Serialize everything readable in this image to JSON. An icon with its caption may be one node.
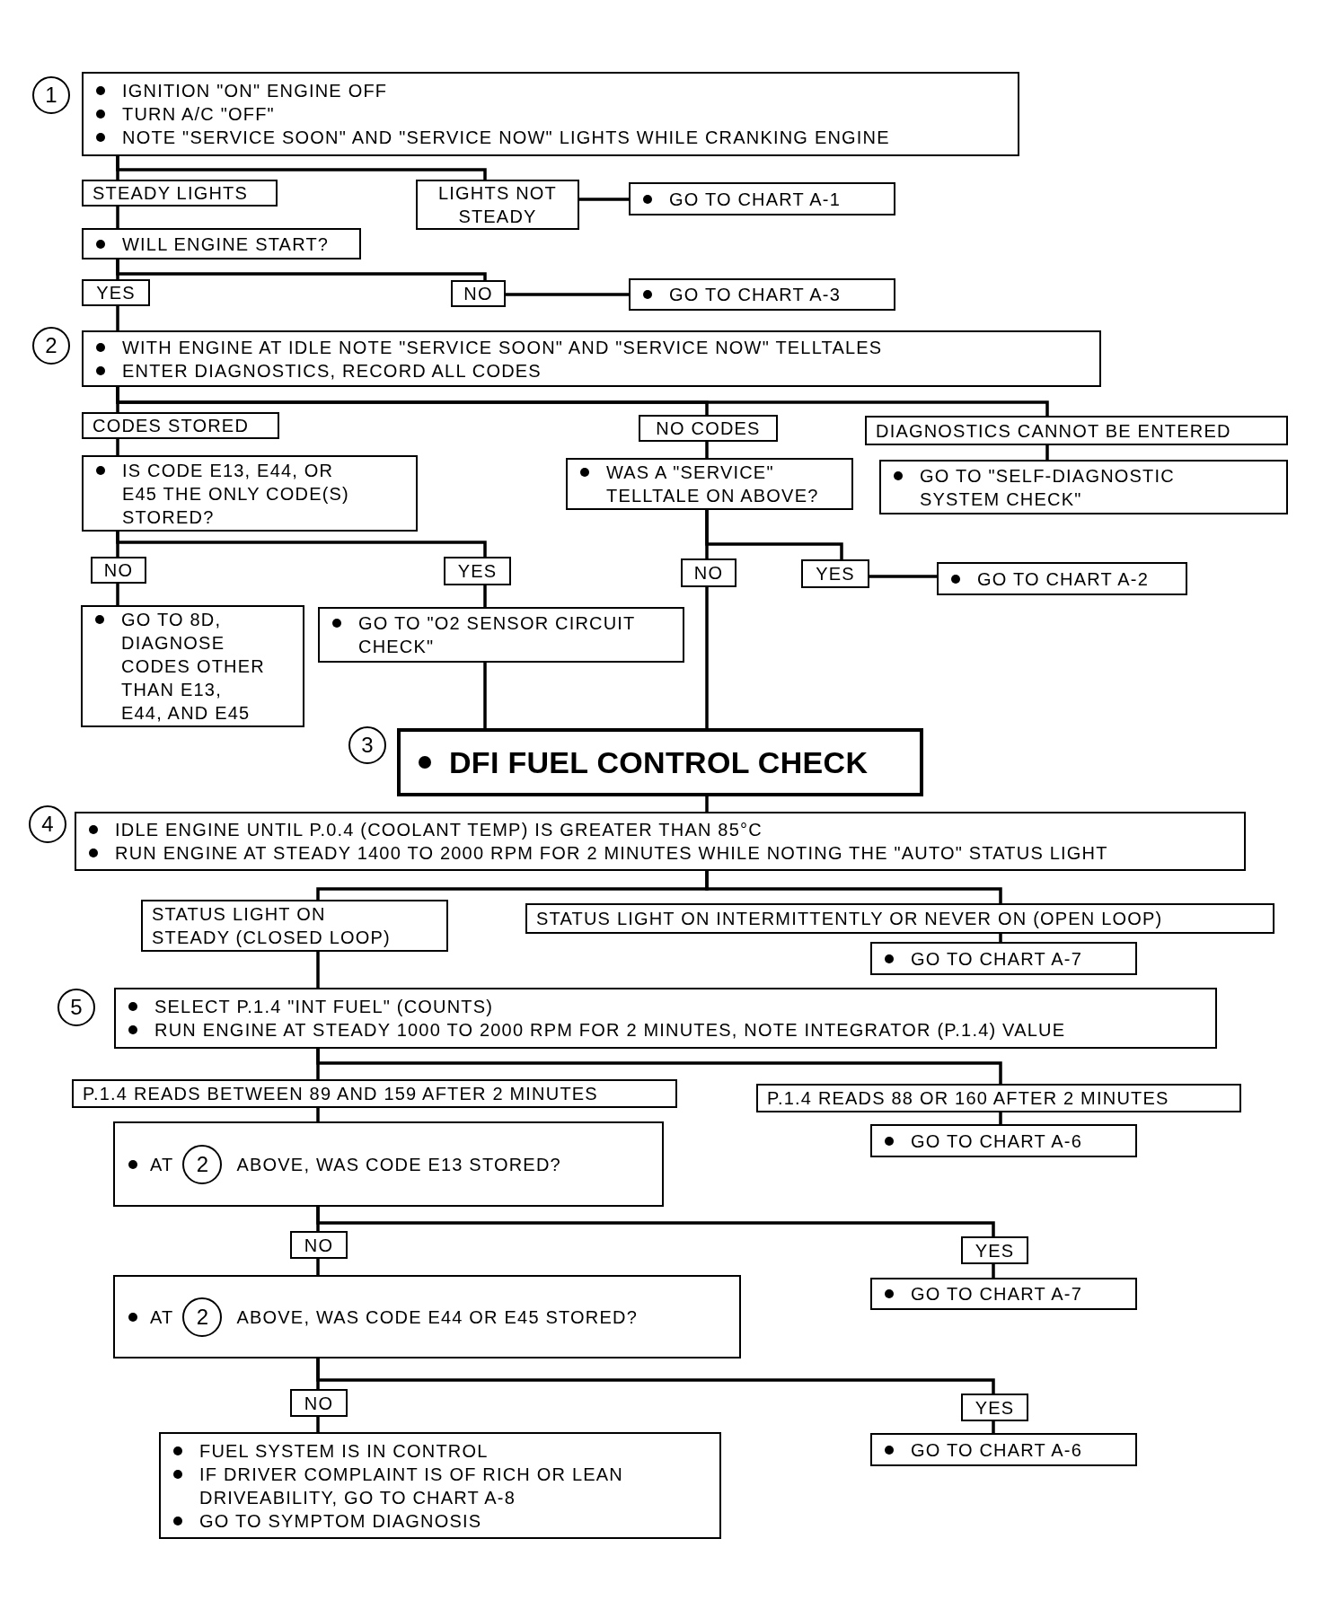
{
  "diagram": {
    "nodes": [
      {
        "text": [
          "1"
        ]
      },
      {
        "text": [
          "IGNITION \"ON\" ENGINE OFF",
          "TURN A/C \"OFF\"",
          "NOTE \"SERVICE SOON\" AND \"SERVICE NOW\" LIGHTS WHILE CRANKING ENGINE"
        ]
      },
      {
        "text": [
          "STEADY LIGHTS"
        ]
      },
      {
        "text": [
          "LIGHTS NOT STEADY"
        ]
      },
      {
        "text": [
          "GO TO CHART A-1"
        ]
      },
      {
        "text": [
          "WILL ENGINE START?"
        ]
      },
      {
        "text": [
          "YES"
        ]
      },
      {
        "text": [
          "NO"
        ]
      },
      {
        "text": [
          "GO TO CHART A-3"
        ]
      },
      {
        "text": [
          "2"
        ]
      },
      {
        "text": [
          "WITH ENGINE AT IDLE NOTE \"SERVICE SOON\" AND \"SERVICE NOW\" TELLTALES",
          "ENTER DIAGNOSTICS, RECORD ALL CODES"
        ]
      },
      {
        "text": [
          "CODES STORED"
        ]
      },
      {
        "text": [
          "NO CODES"
        ]
      },
      {
        "text": [
          "DIAGNOSTICS CANNOT BE ENTERED"
        ]
      },
      {
        "text": [
          "IS CODE E13, E44, OR E45 THE ONLY CODE(S) STORED?"
        ]
      },
      {
        "text": [
          "WAS A \"SERVICE\" TELLTALE ON ABOVE?"
        ]
      },
      {
        "text": [
          "GO TO \"SELF-DIAGNOSTIC SYSTEM CHECK\""
        ]
      },
      {
        "text": [
          "NO"
        ]
      },
      {
        "text": [
          "YES"
        ]
      },
      {
        "text": [
          "NO"
        ]
      },
      {
        "text": [
          "YES"
        ]
      },
      {
        "text": [
          "GO TO CHART A-2"
        ]
      },
      {
        "text": [
          "GO TO 8D, DIAGNOSE CODES OTHER THAN E13, E44, AND E45"
        ]
      },
      {
        "text": [
          "GO TO \"O2 SENSOR CIRCUIT CHECK\""
        ]
      },
      {
        "text": [
          "3"
        ]
      },
      {
        "text": [
          "DFI FUEL CONTROL CHECK"
        ]
      },
      {
        "text": [
          "4"
        ]
      },
      {
        "text": [
          "IDLE ENGINE UNTIL P.0.4 (COOLANT TEMP) IS GREATER THAN 85°C",
          "RUN ENGINE AT STEADY 1400 TO 2000 RPM FOR 2 MINUTES WHILE NOTING THE \"AUTO\" STATUS LIGHT"
        ]
      },
      {
        "text": [
          "STATUS LIGHT ON STEADY (CLOSED LOOP)"
        ]
      },
      {
        "text": [
          "STATUS LIGHT ON INTERMITTENTLY OR NEVER ON (OPEN LOOP)"
        ]
      },
      {
        "text": [
          "GO TO CHART A-7"
        ]
      },
      {
        "text": [
          "5"
        ]
      },
      {
        "text": [
          "SELECT P.1.4 \"INT FUEL\" (COUNTS)",
          "RUN ENGINE AT STEADY 1000 TO 2000 RPM FOR 2 MINUTES, NOTE INTEGRATOR (P.1.4) VALUE"
        ]
      },
      {
        "text": [
          "P.1.4 READS BETWEEN 89 AND 159 AFTER 2 MINUTES"
        ]
      },
      {
        "text": [
          "P.1.4 READS 88 OR 160 AFTER 2 MINUTES"
        ]
      },
      {
        "text": [
          "GO TO CHART A-6"
        ]
      },
      {
        "text": [
          "AT",
          "ABOVE, WAS CODE E13 STORED?"
        ]
      },
      {
        "text": [
          "2"
        ],
        "in": 36
      },
      {
        "text": [
          "NO"
        ]
      },
      {
        "text": [
          "YES"
        ]
      },
      {
        "text": [
          "GO TO CHART A-7"
        ]
      },
      {
        "text": [
          "AT",
          "ABOVE, WAS CODE E44 OR E45 STORED?"
        ]
      },
      {
        "text": [
          "2"
        ],
        "in": 41
      },
      {
        "text": [
          "NO"
        ]
      },
      {
        "text": [
          "YES"
        ]
      },
      {
        "text": [
          "GO TO CHART A-6"
        ]
      },
      {
        "text": [
          "FUEL SYSTEM IS IN CONTROL",
          "IF DRIVER COMPLAINT IS OF RICH OR LEAN DRIVEABILITY, GO TO CHART A-8",
          "GO TO SYMPTOM DIAGNOSIS"
        ]
      }
    ],
    "edges": [
      {
        "from": 1,
        "to": 2,
        "arrow": "none"
      },
      {
        "from": 1,
        "to": 3,
        "arrow": "none"
      },
      {
        "from": 3,
        "to": 4,
        "arrow": "none"
      },
      {
        "from": 2,
        "to": 5,
        "arrow": "none"
      },
      {
        "from": 5,
        "to": 6,
        "arrow": "none"
      },
      {
        "from": 5,
        "to": 7,
        "arrow": "none"
      },
      {
        "from": 7,
        "to": 8,
        "arrow": "none"
      },
      {
        "from": 6,
        "to": 10,
        "arrow": "none"
      },
      {
        "from": 10,
        "to": 11,
        "arrow": "none"
      },
      {
        "from": 10,
        "to": 12,
        "arrow": "none"
      },
      {
        "from": 10,
        "to": 13,
        "arrow": "none"
      },
      {
        "from": 11,
        "to": 14,
        "arrow": "none"
      },
      {
        "from": 12,
        "to": 15,
        "arrow": "none"
      },
      {
        "from": 13,
        "to": 16,
        "arrow": "none"
      },
      {
        "from": 14,
        "to": 17,
        "arrow": "none"
      },
      {
        "from": 14,
        "to": 18,
        "arrow": "none"
      },
      {
        "from": 17,
        "to": 22,
        "arrow": "none"
      },
      {
        "from": 18,
        "to": 23,
        "arrow": "none"
      },
      {
        "from": 15,
        "to": 19,
        "arrow": "none"
      },
      {
        "from": 15,
        "to": 20,
        "arrow": "none"
      },
      {
        "from": 20,
        "to": 21,
        "arrow": "none"
      },
      {
        "from": 23,
        "to": 25,
        "arrow": "none"
      },
      {
        "from": 19,
        "to": 25,
        "arrow": "none"
      },
      {
        "from": 25,
        "to": 27,
        "arrow": "none"
      },
      {
        "from": 27,
        "to": 28,
        "arrow": "none"
      },
      {
        "from": 27,
        "to": 29,
        "arrow": "none"
      },
      {
        "from": 29,
        "to": 30,
        "arrow": "none"
      },
      {
        "from": 28,
        "to": 32,
        "arrow": "none"
      },
      {
        "from": 32,
        "to": 33,
        "arrow": "none"
      },
      {
        "from": 32,
        "to": 34,
        "arrow": "none"
      },
      {
        "from": 34,
        "to": 35,
        "arrow": "none"
      },
      {
        "from": 33,
        "to": 36,
        "arrow": "none"
      },
      {
        "from": 36,
        "to": 38,
        "arrow": "none"
      },
      {
        "from": 36,
        "to": 39,
        "arrow": "none"
      },
      {
        "from": 39,
        "to": 40,
        "arrow": "none"
      },
      {
        "from": 38,
        "to": 41,
        "arrow": "none"
      },
      {
        "from": 41,
        "to": 43,
        "arrow": "none"
      },
      {
        "from": 41,
        "to": 44,
        "arrow": "none"
      },
      {
        "from": 44,
        "to": 45,
        "arrow": "none"
      },
      {
        "from": 43,
        "to": 46,
        "arrow": "none"
      }
    ]
  }
}
